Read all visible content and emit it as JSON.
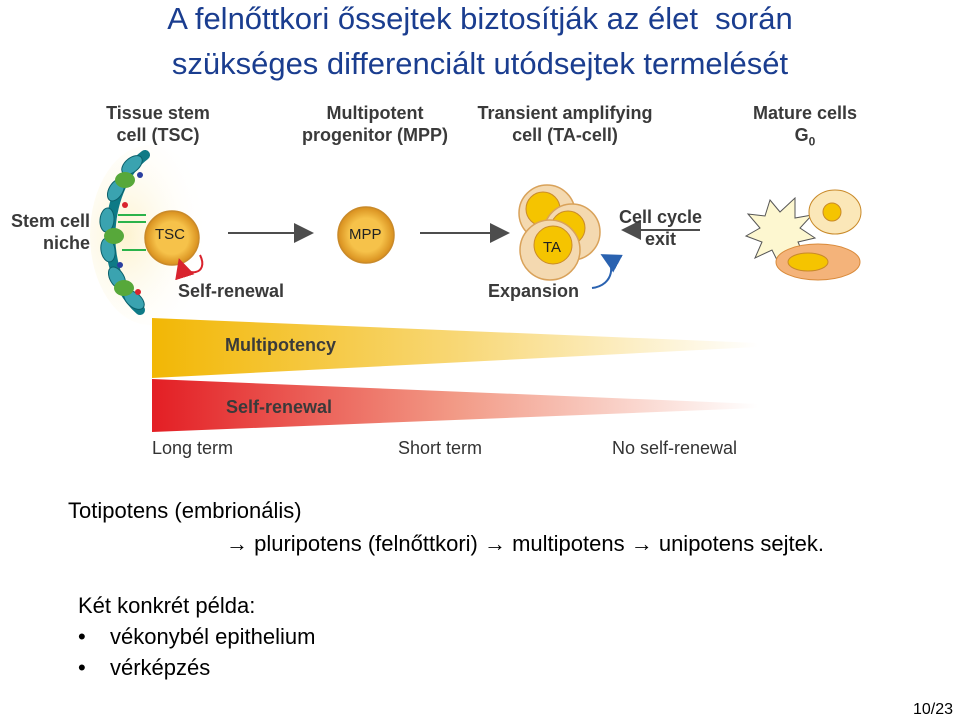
{
  "title": {
    "line1": "A felnőttkori őssejtek biztosítják az élet  során",
    "line2": "szükséges differenciált utódsejtek termelését"
  },
  "diagram": {
    "stage_tsc": [
      "Tissue stem",
      "cell (TSC)"
    ],
    "stage_mpp": [
      "Multipotent",
      "progenitor (MPP)"
    ],
    "stage_ta": [
      "Transient amplifying",
      "cell (TA-cell)"
    ],
    "stage_mature": [
      "Mature cells",
      "G",
      "0"
    ],
    "niche": [
      "Stem cell",
      "niche"
    ],
    "cell_tsc": "TSC",
    "cell_mpp": "MPP",
    "cell_ta": "TA",
    "self_renewal_loop": "Self-renewal",
    "expansion": "Expansion",
    "cell_cycle_exit": [
      "Cell cycle",
      "exit"
    ],
    "bar_multipotency": "Multipotency",
    "bar_self_renewal": "Self-renewal",
    "axis_long": "Long term",
    "axis_short": "Short term",
    "axis_none": "No self-renewal"
  },
  "text": {
    "line1": "Totipotens (embrionális)",
    "line2": "→ pluripotens (felnőttkori) → multipotens → unipotens sejtek.",
    "examples_intro": "Két konkrét példa:",
    "bullets": [
      "vékonybél epithelium",
      "vérképzés"
    ]
  },
  "page_number": "10/23",
  "colors": {
    "title": "#1a3d8f",
    "multipotency_start": "#f2b705",
    "self_renewal_start": "#e31e24",
    "cell_fill": "#f5c400",
    "cell_outer": "#f4d9b0"
  }
}
